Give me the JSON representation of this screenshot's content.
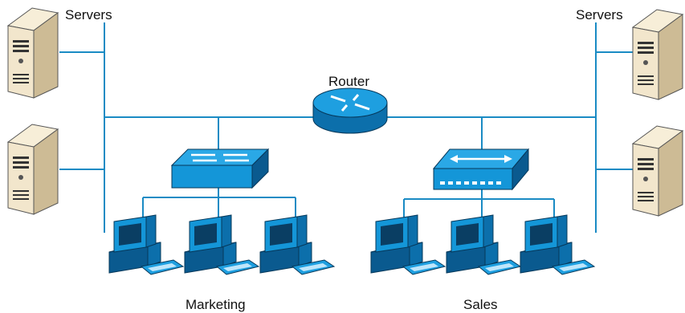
{
  "labels": {
    "left_servers": "Servers",
    "right_servers": "Servers",
    "router": "Router",
    "marketing": "Marketing",
    "sales": "Sales"
  },
  "colors": {
    "link": "#1a8bc4",
    "device_blue": "#1496d8",
    "device_dark": "#0a5a8f",
    "server_body": "#f2e6cc",
    "server_shade": "#cdbb95"
  },
  "icons": {
    "server": "server-tower-icon",
    "router": "router-icon",
    "switch": "switch-icon",
    "hub": "hub-icon",
    "workstation": "workstation-icon"
  }
}
